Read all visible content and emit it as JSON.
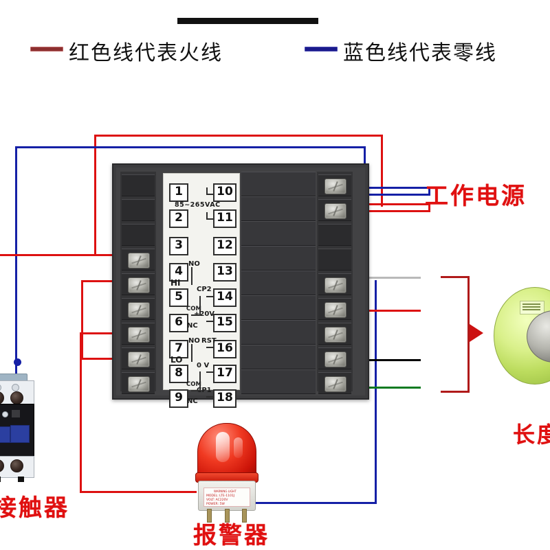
{
  "legend": {
    "red_line_color": "#8c3030",
    "blue_line_color": "#1a1a8c",
    "red_text": "红色线代表火线",
    "blue_text": "蓝色线代表零线"
  },
  "annotations": {
    "power_supply": "工作电源",
    "contactor": "接触器",
    "alarm": "报警器",
    "length": "长度"
  },
  "device": {
    "rating_text": "85~265VAC",
    "left_terminals": [
      {
        "num": "1",
        "label": ""
      },
      {
        "num": "2",
        "label": ""
      },
      {
        "num": "3",
        "label": ""
      },
      {
        "num": "4",
        "label": "NO"
      },
      {
        "num": "5",
        "label": "COM"
      },
      {
        "num": "6",
        "label": "NC"
      },
      {
        "num": "7",
        "label": "NO"
      },
      {
        "num": "8",
        "label": "COM"
      },
      {
        "num": "9",
        "label": "NC"
      }
    ],
    "right_terminals": [
      {
        "num": "10",
        "label": ""
      },
      {
        "num": "11",
        "label": ""
      },
      {
        "num": "12",
        "label": ""
      },
      {
        "num": "13",
        "label": ""
      },
      {
        "num": "14",
        "label": "CP2"
      },
      {
        "num": "15",
        "label": "+20V"
      },
      {
        "num": "16",
        "label": "RST"
      },
      {
        "num": "17",
        "label": "0 V"
      },
      {
        "num": "18",
        "label": "CP1"
      }
    ],
    "group_labels": {
      "hi": "HI",
      "lo": "LO",
      "no_4": "NO",
      "com_5": "COM",
      "nc_6": "NC",
      "no_7": "NO",
      "com_8": "COM",
      "nc_9": "NC",
      "cp2": "CP2",
      "v20": "+20V",
      "rst": "RST",
      "v0": "0 V",
      "cp1": "CP1"
    }
  },
  "alarm_plate": {
    "title": "WARNING LIGHT",
    "row1": "MODEL: LTE-1101J",
    "row2": "VOLT: AC220V",
    "row3": "POWER: 5W"
  },
  "wire_colors": {
    "live_red": "#dd1111",
    "neutral_blue": "#1520a6",
    "signal_black": "#000000",
    "signal_green": "#0a7a20",
    "signal_gray": "#b9b9b9"
  }
}
